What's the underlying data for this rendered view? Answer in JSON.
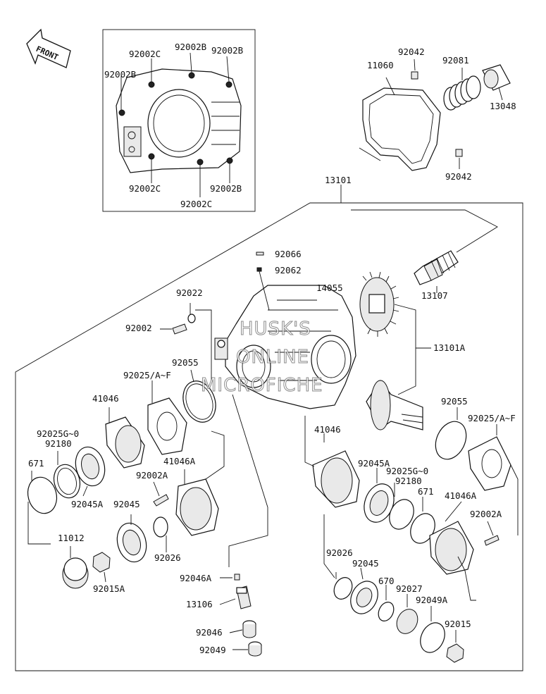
{
  "front_label": "FRONT",
  "watermark": [
    "HUSK'S",
    "ONLINE",
    "MICROFICHE"
  ],
  "labels": {
    "p92002C_a": "92002C",
    "p92002B_a": "92002B",
    "p92002B_b": "92002B",
    "p92002B_c": "92002B",
    "p92002C_b": "92002C",
    "p92002B_d": "92002B",
    "p92002C_c": "92002C",
    "p11060": "11060",
    "p92042_a": "92042",
    "p92081": "92081",
    "p13048": "13048",
    "p92042_b": "92042",
    "p13101": "13101",
    "p92066": "92066",
    "p92062": "92062",
    "p92022": "92022",
    "p14055": "14055",
    "p13107": "13107",
    "p92002": "92002",
    "p13101A": "13101A",
    "p92055_l": "92055",
    "p92025AF_l": "92025/A~F",
    "p41046_l": "41046",
    "p92025G0_l": "92025G~0",
    "p92180_l": "92180",
    "p671_l": "671",
    "p41046A_l": "41046A",
    "p92002A_l": "92002A",
    "p92045A_l": "92045A",
    "p92045_l": "92045",
    "p11012": "11012",
    "p92026_l": "92026",
    "p92015A": "92015A",
    "p92046A": "92046A",
    "p13106": "13106",
    "p92046": "92046",
    "p92049": "92049",
    "p92055_r": "92055",
    "p92025AF_r": "92025/A~F",
    "p41046_r": "41046",
    "p92045A_r": "92045A",
    "p92025G0_r": "92025G~0",
    "p92180_r": "92180",
    "p671_r": "671",
    "p41046A_r": "41046A",
    "p92002A_r": "92002A",
    "p92026_r": "92026",
    "p92045_r": "92045",
    "p670": "670",
    "p92027": "92027",
    "p92049A": "92049A",
    "p92015": "92015"
  }
}
